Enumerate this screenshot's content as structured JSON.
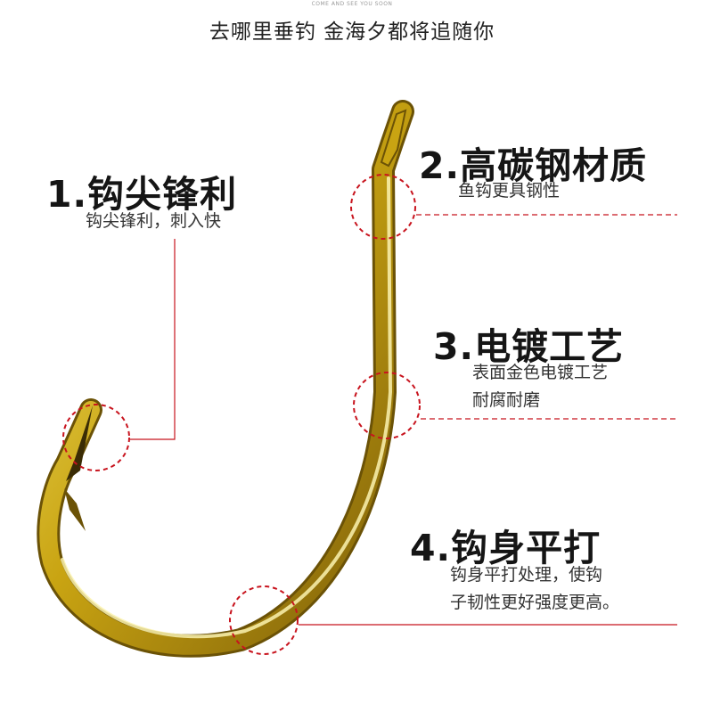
{
  "tagline": "COME AND SEE YOU SOON",
  "headline": "去哪里垂钓 金海夕都将追随你",
  "colors": {
    "callout_line": "#c8141e",
    "hook_gold_dark": "#6b5206",
    "hook_gold_mid": "#c9a412",
    "hook_gold_light": "#f3e46a"
  },
  "features": [
    {
      "title": "1.钩尖锋利",
      "desc_lines": [
        "钩尖锋利，刺入快"
      ]
    },
    {
      "title": "2.高碳钢材质",
      "desc_lines": [
        "鱼钩更具钢性"
      ]
    },
    {
      "title": "3.电镀工艺",
      "desc_lines": [
        "表面金色电镀工艺",
        "耐腐耐磨"
      ]
    },
    {
      "title": "4.钩身平打",
      "desc_lines": [
        "钩身平打处理，使钩",
        "子韧性更好强度更高。"
      ]
    }
  ]
}
